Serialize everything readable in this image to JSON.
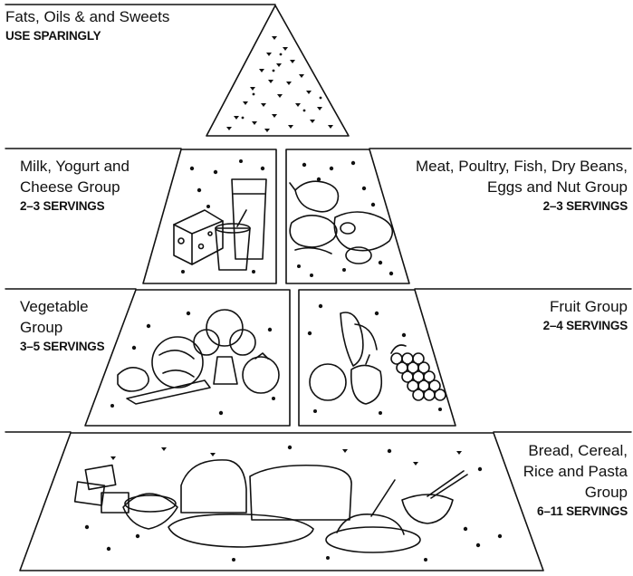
{
  "tiers": {
    "fats": {
      "name_lines": [
        "Fats, Oils & and Sweets"
      ],
      "servings": "USE SPARINGLY"
    },
    "milk": {
      "name_lines": [
        "Milk, Yogurt and",
        "Cheese Group"
      ],
      "servings": "2–3 SERVINGS"
    },
    "meat": {
      "name_lines": [
        "Meat, Poultry, Fish, Dry Beans,",
        "Eggs and Nut Group"
      ],
      "servings": "2–3 SERVINGS"
    },
    "vegetable": {
      "name_lines": [
        "Vegetable",
        "Group"
      ],
      "servings": "3–5 SERVINGS"
    },
    "fruit": {
      "name_lines": [
        "Fruit Group"
      ],
      "servings": "2–4 SERVINGS"
    },
    "bread": {
      "name_lines": [
        "Bread, Cereal,",
        "Rice and Pasta",
        "Group"
      ],
      "servings": "6–11 SERVINGS"
    }
  },
  "colors": {
    "ink": "#111111",
    "paper": "#ffffff"
  }
}
